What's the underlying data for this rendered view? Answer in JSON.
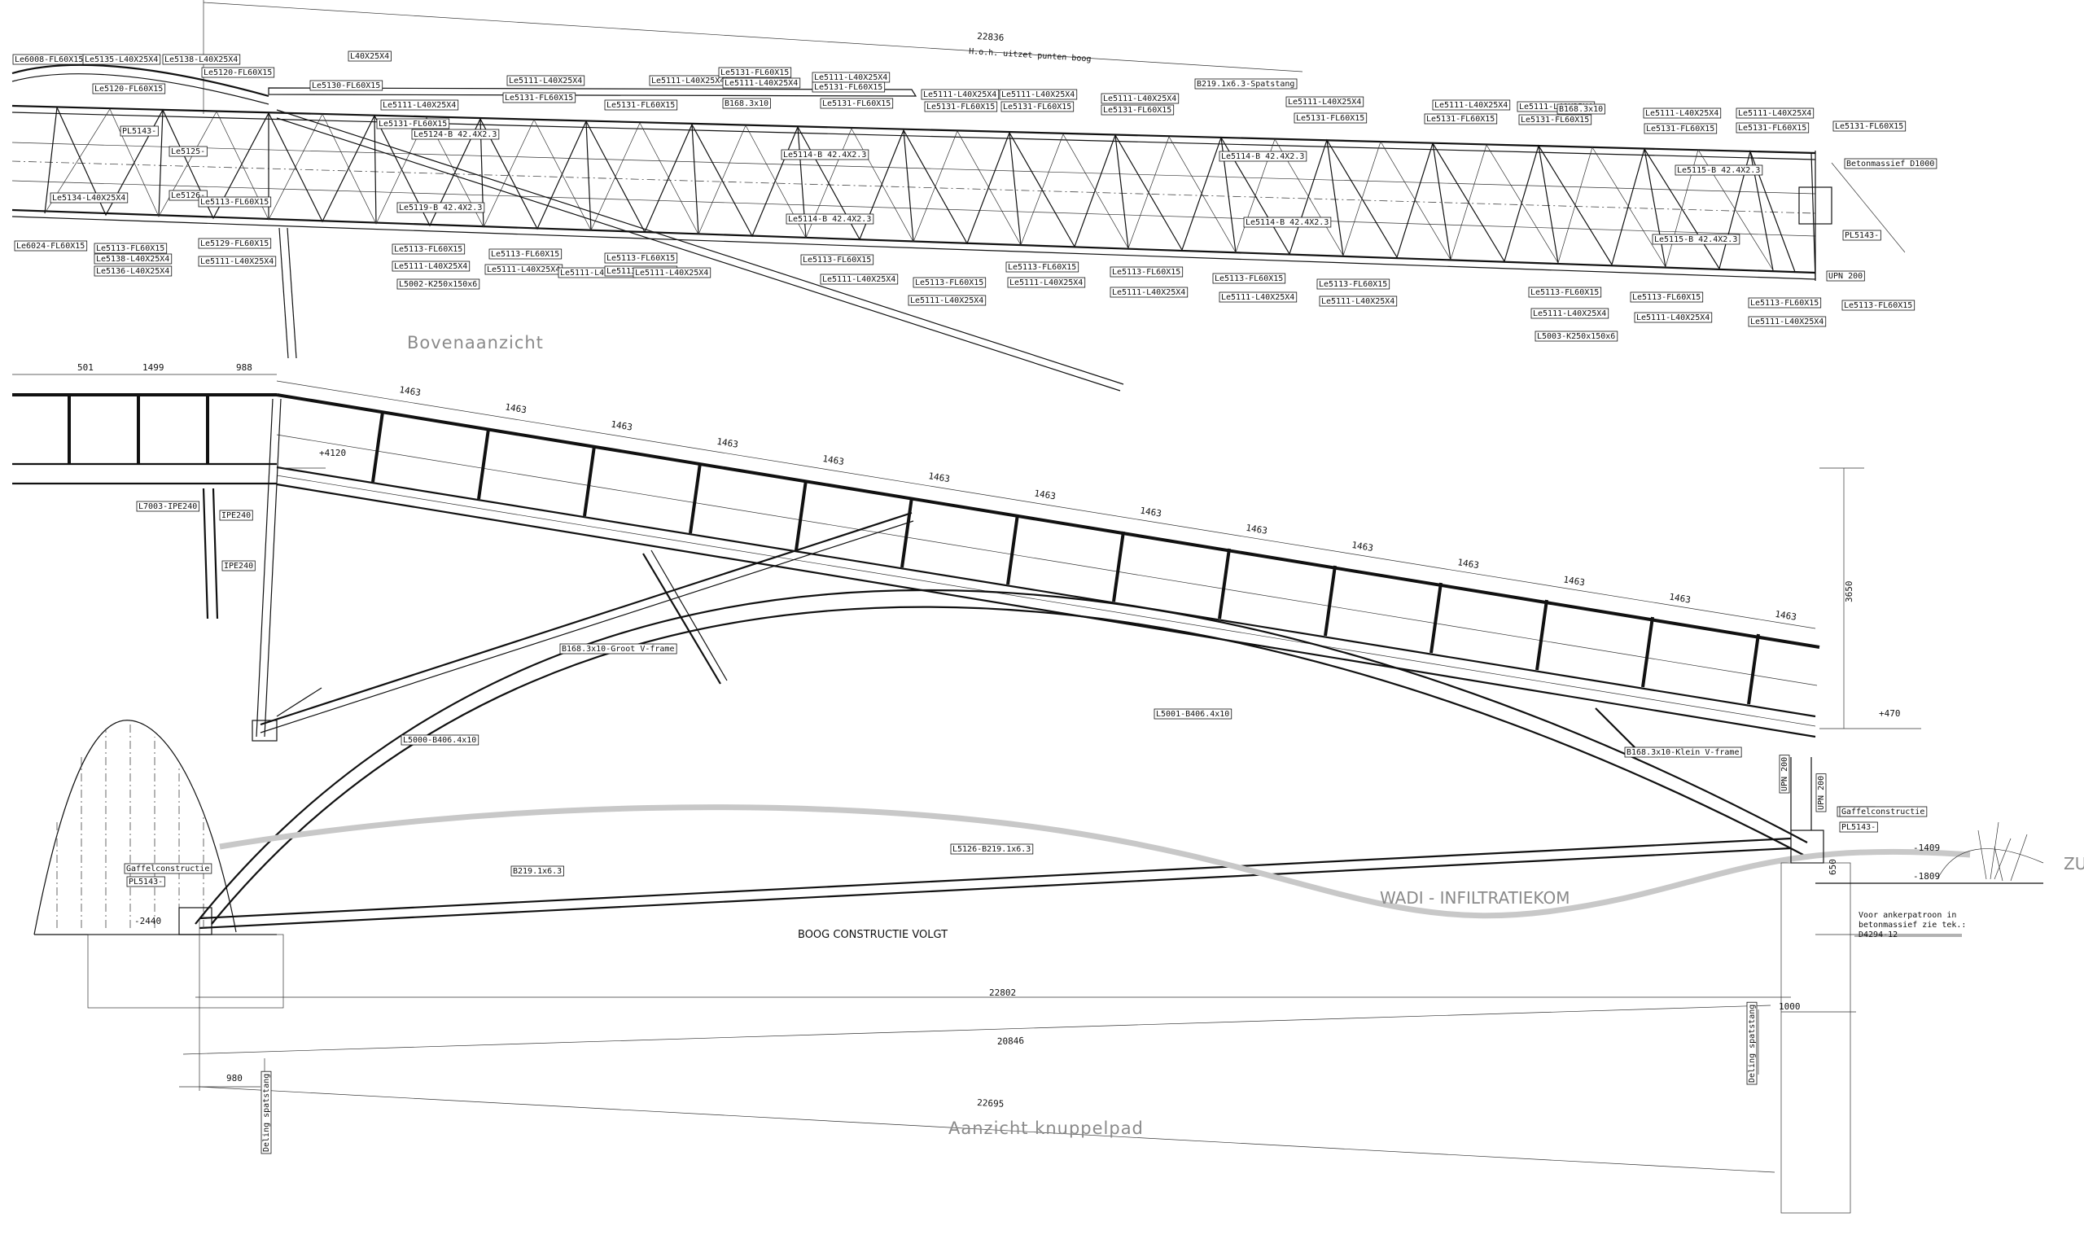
{
  "views": {
    "plan_title": "Bovenaanzicht",
    "elevation_title": "Aanzicht knuppelpad",
    "wadi_label": "WADI - INFILTRATIEKOM",
    "boog_note": "BOOG CONSTRUCTIE VOLGT",
    "zu_label": "ZU"
  },
  "top_dimension": {
    "value": "22836",
    "note": "H.o.h. uitzet punten boog"
  },
  "plan_labels": [
    "Le6008-FL60X15",
    "Le5135-L40X25X4",
    "Le5138-L40X25X4",
    "Le5120-FL60X15",
    "Le5120-FL60X15",
    "PL5143-",
    "Le5125-",
    "Le5126-",
    "Le5134-L40X25X4",
    "Le6024-FL60X15",
    "Le5113-FL60X15",
    "Le5138-L40X25X4",
    "Le5136-L40X25X4",
    "Le5113-FL60X15",
    "Le5129-FL60X15",
    "Le5111-L40X25X4",
    "L40X25X4",
    "Le5130-FL60X15",
    "Le5111-L40X25X4",
    "Le5131-FL60X15",
    "Le5111-L40X25X4",
    "Le5131-FL60X15",
    "Le5111-L40X25X4",
    "Le5124-B 42.4X2.3",
    "Le5119-B 42.4X2.3",
    "Le5113-FL60X15",
    "Le5111-L40X25X4",
    "L5002-K250x150x6",
    "Le5113-FL60X15",
    "Le5111-L40X25X4",
    "Le5111-L40X25X4",
    "Le5131-FL60X15",
    "Le5113-FL60X15",
    "Le5113-FL60X15",
    "Le5111-L40X25X4",
    "Le5131-FL60X15",
    "Le5111-L40X25X4",
    "B168.3x10",
    "Le5131-FL60X15",
    "Le5114-B 42.4X2.3",
    "Le5114-B 42.4X2.3",
    "Le5113-FL60X15",
    "Le5111-L40X25X4",
    "Le5113-FL60X15",
    "Le5111-L40X25X4",
    "Le5111-L40X25X4",
    "Le5131-FL60X15",
    "Le5111-L40X25X4",
    "Le5131-FL60X15",
    "Le5111-L40X25X4",
    "Le5131-FL60X15",
    "B219.1x6.3-Spatstang",
    "Le5111-L40X25X4",
    "Le5131-FL60X15",
    "Le5114-B 42.4X2.3",
    "Le5113-FL60X15",
    "Le5111-L40X25X4",
    "Le5113-FL60X15",
    "Le5111-L40X25X4",
    "Le5114-B 42.4X2.3",
    "Le5113-FL60X15",
    "Le5111-L40X25X4",
    "Le5111-L40X25X4",
    "Le5131-FL60X15",
    "Le5113-FL60X15",
    "Le5111-L40X25X4",
    "Le5111-L40X25X4",
    "Le5131-FL60X15",
    "Le5111-L40X25X4",
    "Le5131-FL60X15",
    "Le5113-FL60X15",
    "Le5111-L40X25X4",
    "L5003-K250x150x6",
    "Le5111-L40X25X4",
    "Le5131-FL60X15",
    "Le5115-B 42.4X2.3",
    "Le5115-B 42.4X2.3",
    "Le5113-FL60X15",
    "Le5111-L40X25X4",
    "Le5111-L40X25X4",
    "Le5131-FL60X15",
    "Le5113-FL60X15",
    "Le5111-L40X25X4",
    "Le5131-FL60X15",
    "Betonmassief D1000",
    "PL5143-",
    "Le5113-FL60X15",
    "UPN 200",
    "UPN 200",
    "B168.3x10"
  ],
  "elevation_dimensions": {
    "top": [
      "501",
      "1499",
      "988",
      "1463",
      "1463",
      "1463",
      "1463",
      "1463",
      "1463",
      "1463",
      "1463",
      "1463",
      "1463",
      "1463",
      "1463",
      "1463",
      "1463"
    ],
    "height": "3650",
    "level_left": "+4120",
    "level_right": "+470",
    "bottom": [
      "22802",
      "20846",
      "22695"
    ],
    "small": [
      "980",
      "1000",
      "650"
    ],
    "levels": [
      "-2440",
      "-1409",
      "-1809"
    ]
  },
  "elevation_labels": [
    "L7003-IPE240",
    "IPE240",
    "IPE240",
    "B168.3x10-Groot V-frame",
    "L5001-B406.4x10",
    "L5000-B406.4x10",
    "B168.3x10-Klein V-frame",
    "UPN 200",
    "UPN 200",
    "Gaffelconstructie",
    "PL5143-",
    "L5126-B219.1x6.3",
    "B219.1x6.3",
    "Gaffelconstructie",
    "PL5143-",
    "Deling spatstang",
    "Deling spatstang"
  ],
  "anchor_note": [
    "Voor ankerpatroon in",
    "betonmassief zie tek.:",
    "D4294-12"
  ]
}
